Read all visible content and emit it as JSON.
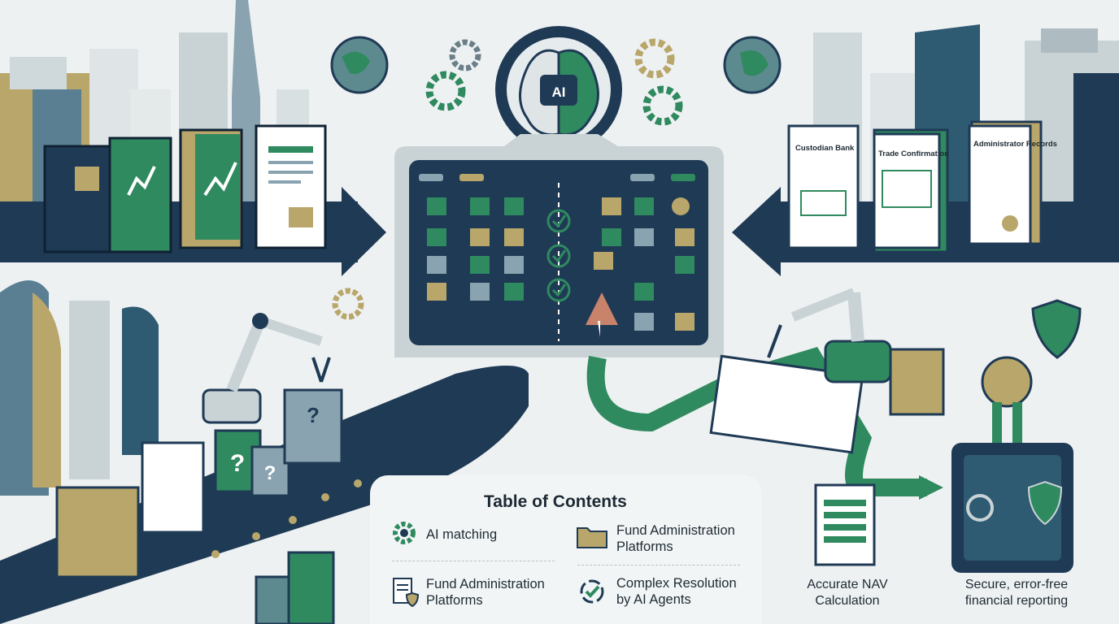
{
  "center_badge": {
    "label": "AI"
  },
  "documents": {
    "custodian": "Custodian Bank",
    "trade": "Trade Confirmation",
    "administrator": "Administrator Records"
  },
  "toc": {
    "title": "Table of Contents",
    "items": [
      {
        "label_line1": "AI matching",
        "label_line2": "",
        "icon": "gear-icon"
      },
      {
        "label_line1": "Fund Administration",
        "label_line2": "Platforms",
        "icon": "folder-icon"
      },
      {
        "label_line1": "Fund Administration",
        "label_line2": "Platforms",
        "icon": "document-shield-icon"
      },
      {
        "label_line1": "Complex Resolution",
        "label_line2": "by AI Agents",
        "icon": "arrows-check-icon"
      }
    ]
  },
  "outputs": {
    "nav": {
      "line1": "Accurate NAV",
      "line2": "Calculation"
    },
    "secure": {
      "line1": "Secure, error-free",
      "line2": "financial reporting"
    }
  },
  "colors": {
    "navy": "#1f3a55",
    "green": "#2f8a5f",
    "gold": "#b9a66a",
    "teal": "#5c8a8f",
    "light": "#eef1f2"
  }
}
